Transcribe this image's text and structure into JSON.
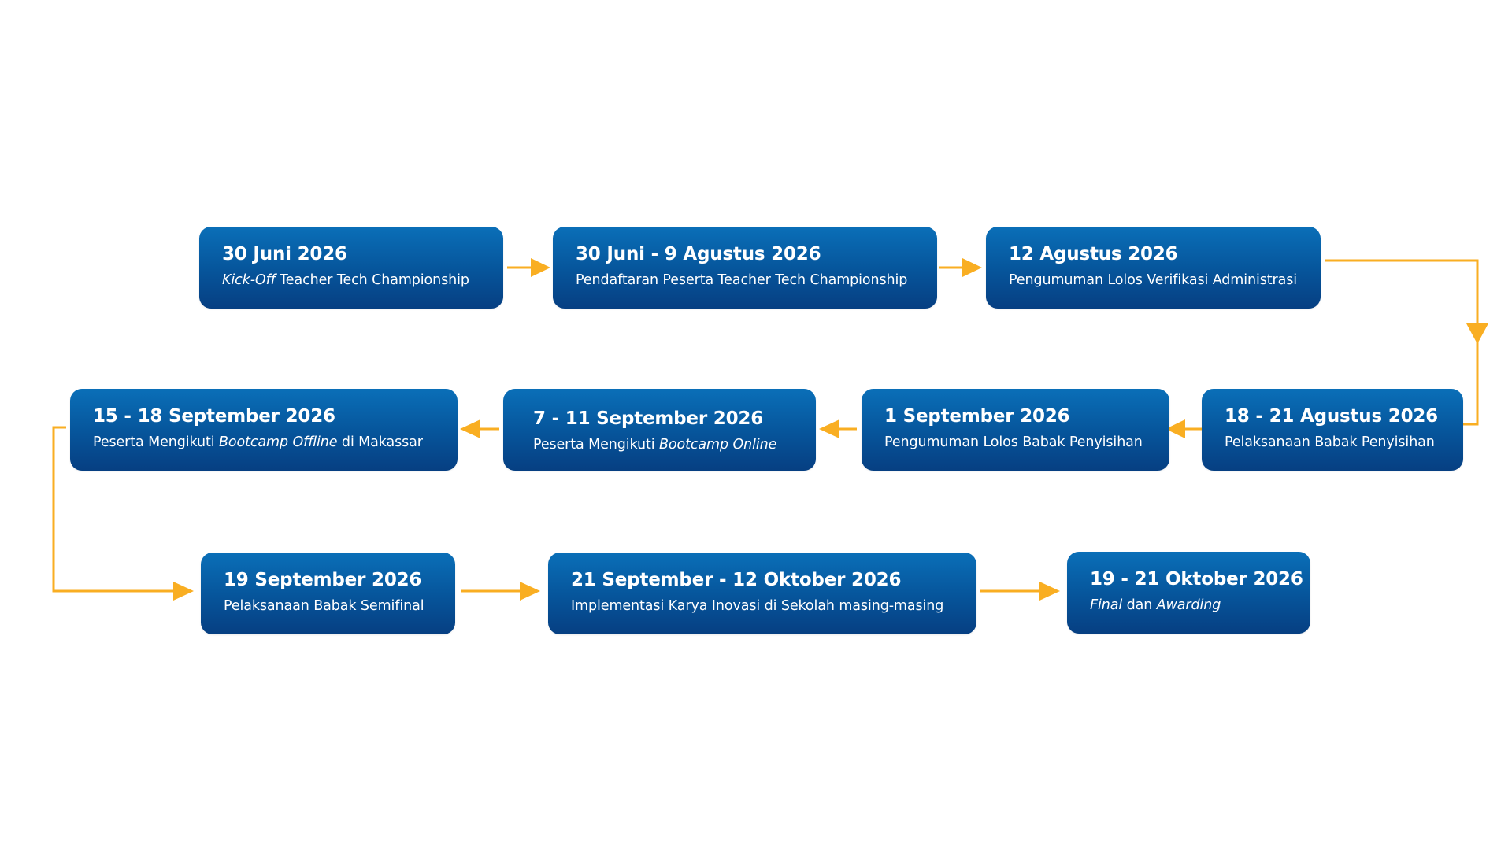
{
  "colors": {
    "box_top": "#0a6fb8",
    "box_bottom": "#063f82",
    "text": "#ffffff",
    "connector": "#f9ae22",
    "background": "#ffffff"
  },
  "steps": [
    {
      "date": "30 Juni 2026",
      "desc": [
        {
          "text": "Kick-Off",
          "italic": true
        },
        {
          "text": " Teacher Tech Championship",
          "italic": false
        }
      ]
    },
    {
      "date": "30 Juni - 9 Agustus 2026",
      "desc": [
        {
          "text": "Pendaftaran Peserta Teacher Tech Championship",
          "italic": false
        }
      ]
    },
    {
      "date": "12 Agustus 2026",
      "desc": [
        {
          "text": "Pengumuman Lolos Verifikasi Administrasi",
          "italic": false
        }
      ]
    },
    {
      "date": "18 - 21 Agustus 2026",
      "desc": [
        {
          "text": "Pelaksanaan Babak Penyisihan",
          "italic": false
        }
      ]
    },
    {
      "date": "1 September 2026",
      "desc": [
        {
          "text": "Pengumuman Lolos Babak Penyisihan",
          "italic": false
        }
      ]
    },
    {
      "date": "7 - 11 September 2026",
      "desc": [
        {
          "text": "Peserta Mengikuti ",
          "italic": false
        },
        {
          "text": "Bootcamp Online",
          "italic": true
        }
      ]
    },
    {
      "date": "15 - 18 September 2026",
      "desc": [
        {
          "text": "Peserta Mengikuti ",
          "italic": false
        },
        {
          "text": "Bootcamp Offline",
          "italic": true
        },
        {
          "text": " di Makassar",
          "italic": false
        }
      ]
    },
    {
      "date": "19 September 2026",
      "desc": [
        {
          "text": "Pelaksanaan Babak Semifinal",
          "italic": false
        }
      ]
    },
    {
      "date": "21 September - 12 Oktober 2026",
      "desc": [
        {
          "text": "Implementasi Karya Inovasi di Sekolah masing-masing",
          "italic": false
        }
      ]
    },
    {
      "date": "19 - 21 Oktober 2026",
      "desc": [
        {
          "text": "Final",
          "italic": true
        },
        {
          "text": " dan ",
          "italic": false
        },
        {
          "text": "Awarding",
          "italic": true
        }
      ]
    }
  ]
}
